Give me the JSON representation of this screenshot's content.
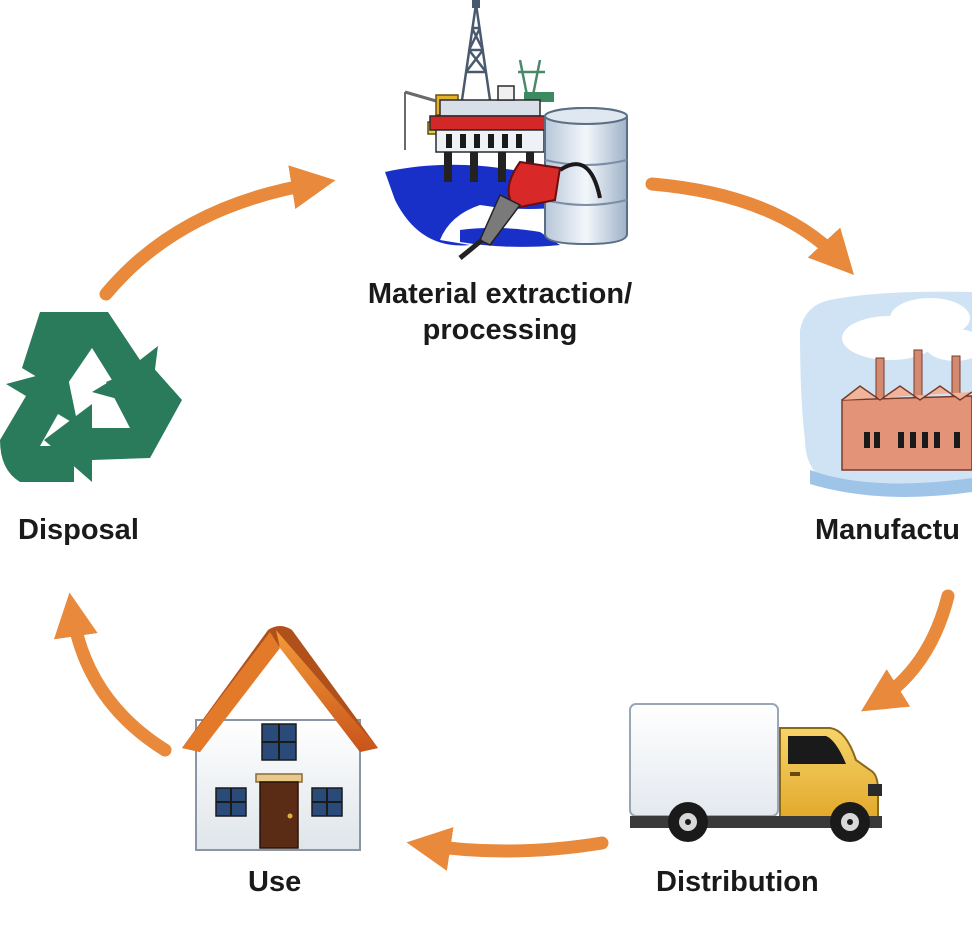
{
  "diagram": {
    "stages": {
      "material": {
        "line1": "Material extraction/",
        "line2": "processing",
        "icon": "oil-rig-barrel-fuel-nozzle-icon"
      },
      "manufacturing": {
        "label": "Manufactu",
        "icon": "factory-icon"
      },
      "distribution": {
        "label": "Distribution",
        "icon": "delivery-truck-icon"
      },
      "use": {
        "label": "Use",
        "icon": "house-icon"
      },
      "disposal": {
        "label": "Disposal",
        "icon": "recycle-icon"
      }
    },
    "colors": {
      "arrow": "#e8893c",
      "recycle": "#2a7a5c",
      "roof": "#e06a1e",
      "truck_cab": "#f2c244",
      "sky": "#cfe3f5",
      "factory": "#e39478",
      "water": "#1830c8",
      "nozzle": "#d82828"
    }
  }
}
